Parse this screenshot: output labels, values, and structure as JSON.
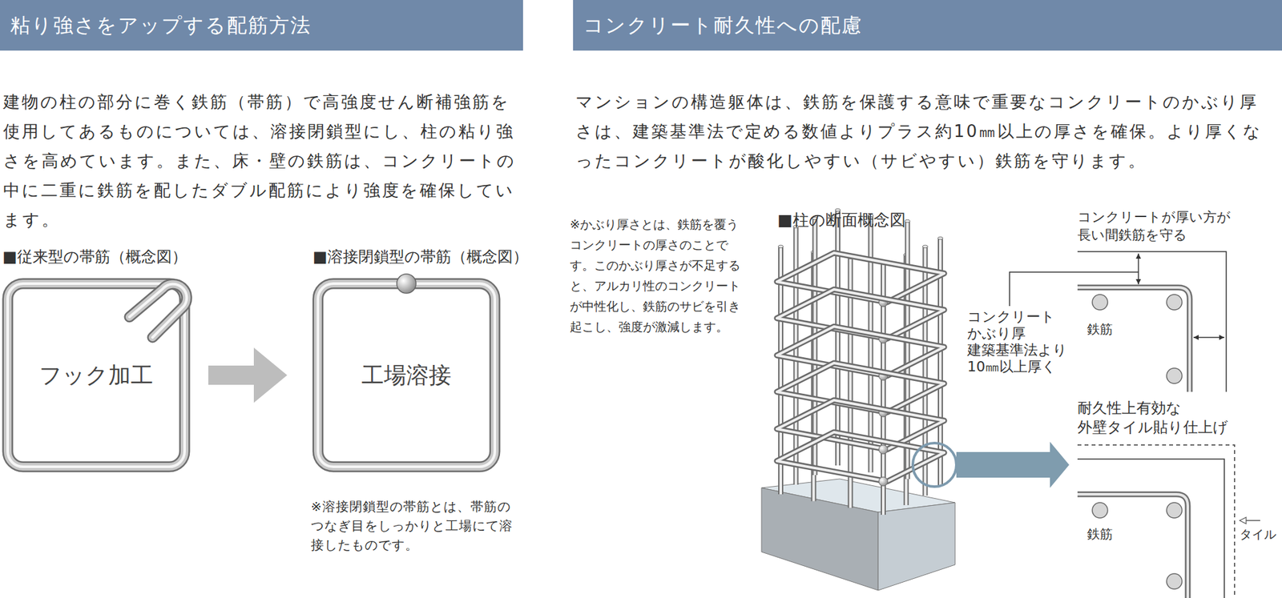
{
  "diagram": {
    "nodes": [
      {
        "text": [
          "粘り強さをアップする配筋方法"
        ]
      },
      {
        "text": [
          "コンクリート耐久性への配慮"
        ]
      },
      {
        "text": [
          "■従来型の帯筋（概念図）",
          "フック加工"
        ]
      },
      {
        "text": [
          "■溶接閉鎖型の帯筋（概念図）",
          "工場溶接"
        ]
      }
    ],
    "edges": [
      {
        "from": 2,
        "to": 3,
        "arrow": "to"
      }
    ],
    "labels": [
      "建物の柱の部分に巻く鉄筋（帯筋）で高強度せん断補強筋を使用してあるものについては、溶接閉鎖型にし、柱の粘り強さを高めています。また、床・壁の鉄筋は、コンクリートの中に二重に鉄筋を配したダブル配筋により強度を確保しています。",
      "マンションの構造躯体は、鉄筋を保護する意味で重要なコンクリートのかぶり厚さは、建築基準法で定める数値よりプラス約10㎜以上の厚さを確保。より厚くなったコンクリートが酸化しやすい（サビやすい）鉄筋を守ります。",
      "※溶接閉鎖型の帯筋とは、帯筋のつなぎ目をしっかりと工場にて溶接したものです。",
      "※かぶり厚さとは、鉄筋を覆うコンクリートの厚さのことです。このかぶり厚さが不足すると、アルカリ性のコンクリートが中性化し、鉄筋のサビを引き起こし、強度が激減します。",
      "■柱の断面概念図",
      "コンクリートが厚い方が 長い間鉄筋を守る",
      "コンクリート かぶり厚 建築基準法より 10㎜以上厚く",
      "鉄筋",
      "耐久性上有効な 外壁タイル貼り仕上げ",
      "鉄筋",
      "タイル"
    ]
  }
}
